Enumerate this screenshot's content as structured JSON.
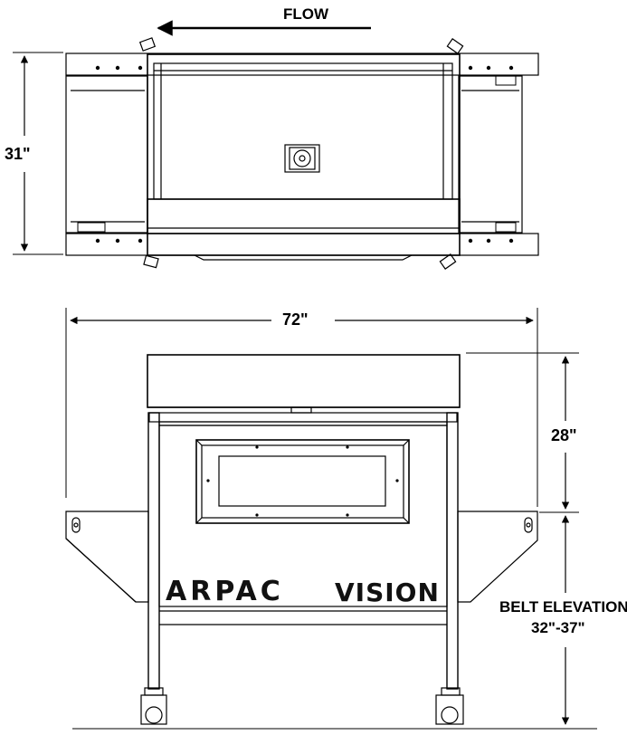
{
  "labels": {
    "flow": "FLOW",
    "width": "72\"",
    "depth": "31\"",
    "height": "28\"",
    "belt_elevation_title": "BELT ELEVATION",
    "belt_elevation_range": "32\"-37\""
  },
  "branding": {
    "brand": "ARPAC",
    "product": "VISION"
  },
  "colors": {
    "line": "#000000",
    "background": "#ffffff"
  }
}
